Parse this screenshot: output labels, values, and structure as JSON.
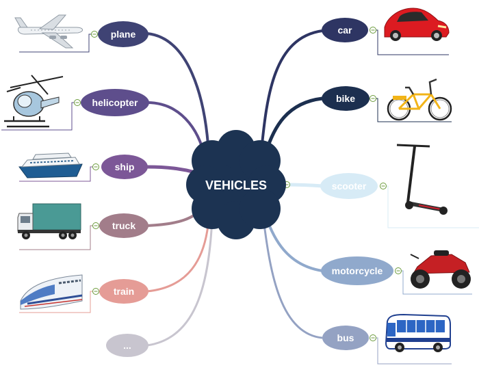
{
  "center": {
    "label": "VEHICLES"
  },
  "branches": {
    "plane": {
      "label": "plane",
      "color": "#3f4374",
      "icon": "plane-icon"
    },
    "helicopter": {
      "label": "helicopter",
      "color": "#5e4e8c",
      "icon": "helicopter-icon"
    },
    "ship": {
      "label": "ship",
      "color": "#7c5797",
      "icon": "ship-icon"
    },
    "truck": {
      "label": "truck",
      "color": "#a27d8a",
      "icon": "truck-icon"
    },
    "train": {
      "label": "train",
      "color": "#e59c96",
      "icon": "train-icon"
    },
    "more": {
      "label": "...",
      "color": "#c8c5cf"
    },
    "car": {
      "label": "car",
      "color": "#2e3563",
      "icon": "car-icon"
    },
    "bike": {
      "label": "bike",
      "color": "#1c2f4f",
      "icon": "bike-icon"
    },
    "scooter": {
      "label": "scooter",
      "color": "#d7ebf6",
      "icon": "scooter-icon"
    },
    "motorcycle": {
      "label": "motorcycle",
      "color": "#90a9cc",
      "icon": "atv-icon"
    },
    "bus": {
      "label": "bus",
      "color": "#94a2c3",
      "icon": "bus-icon"
    }
  }
}
